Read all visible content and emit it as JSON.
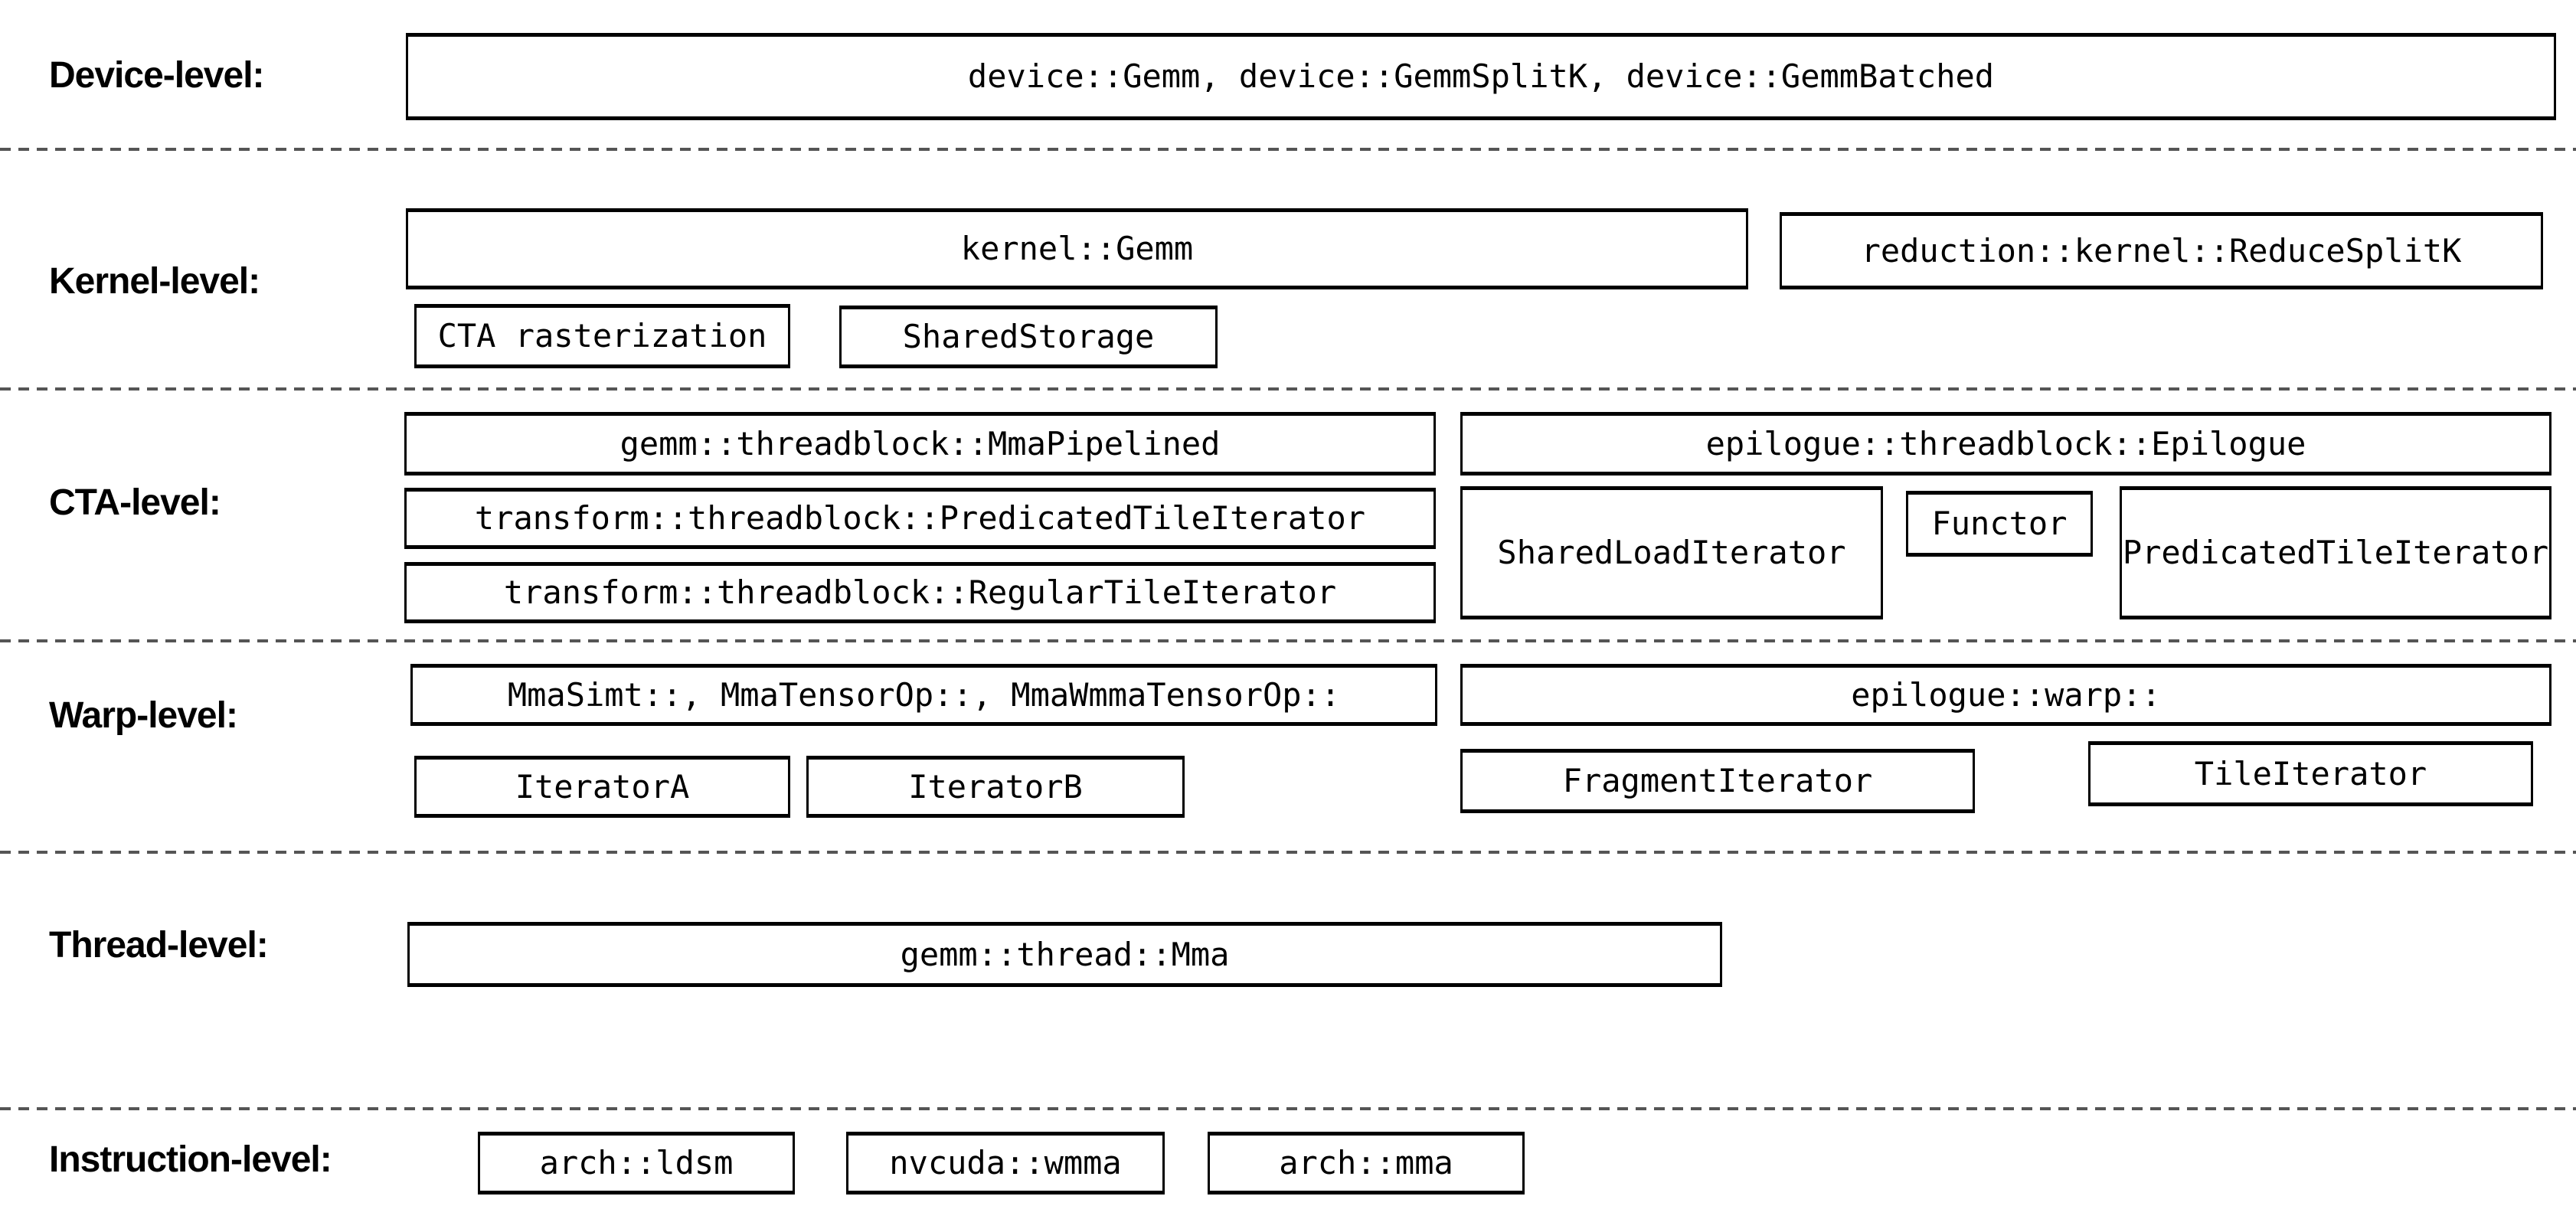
{
  "title": "CUTLASS GEMM component hierarchy diagram",
  "colors": {
    "background": "#ffffff",
    "box_border": "#000000",
    "text": "#000000",
    "separator": "#555555"
  },
  "rows": {
    "device": {
      "label": "Device-level:",
      "gemm_apis": "device::Gemm, device::GemmSplitK, device::GemmBatched"
    },
    "kernel": {
      "label": "Kernel-level:",
      "kernel_gemm": "kernel::Gemm",
      "reduce_splitk": "reduction::kernel::ReduceSplitK",
      "cta_rasterization": "CTA rasterization",
      "shared_storage": "SharedStorage"
    },
    "cta": {
      "label": "CTA-level:",
      "mma_pipelined": "gemm::threadblock::MmaPipelined",
      "epilogue": "epilogue::threadblock::Epilogue",
      "predicated_tile_iterator": "transform::threadblock::PredicatedTileIterator",
      "regular_tile_iterator": "transform::threadblock::RegularTileIterator",
      "shared_load_iterator": "SharedLoadIterator",
      "functor": "Functor",
      "epilogue_predicated_tile_iterator": "PredicatedTileIterator"
    },
    "warp": {
      "label": "Warp-level:",
      "mma_ops": "MmaSimt::, MmaTensorOp::, MmaWmmaTensorOp::",
      "epilogue_warp": "epilogue::warp::",
      "iterator_a": "IteratorA",
      "iterator_b": "IteratorB",
      "fragment_iterator": "FragmentIterator",
      "tile_iterator": "TileIterator"
    },
    "thread": {
      "label": "Thread-level:",
      "thread_mma": "gemm::thread::Mma"
    },
    "instruction": {
      "label": "Instruction-level:",
      "arch_ldsm": "arch::ldsm",
      "nvcuda_wmma": "nvcuda::wmma",
      "arch_mma": "arch::mma"
    }
  }
}
